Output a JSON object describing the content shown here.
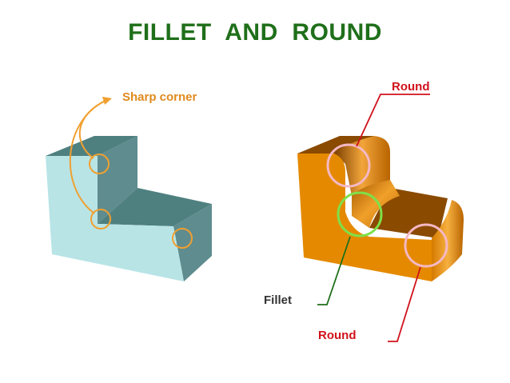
{
  "title": "FILLET  AND  ROUND",
  "labels": {
    "sharp_corner": "Sharp corner",
    "round_top": "Round",
    "fillet": "Fillet",
    "round_bottom": "Round"
  },
  "colors": {
    "title": "#1f6f1a",
    "sharp_label": "#e08a1e",
    "round_label": "#d0111b",
    "fillet_label": "#333333",
    "sharp_marker": "#f0a030",
    "round_marker": "#f4b8c4",
    "fillet_marker": "#7ee04a",
    "round_leader": "#d0111b",
    "fillet_leader": "#1f6f1a",
    "block_front": "#b8e4e6",
    "block_top": "#4f8080",
    "block_side": "#5f8c8e",
    "part_front": "#e58a00",
    "part_top": "#8a4a00",
    "part_side": "#a85800"
  }
}
